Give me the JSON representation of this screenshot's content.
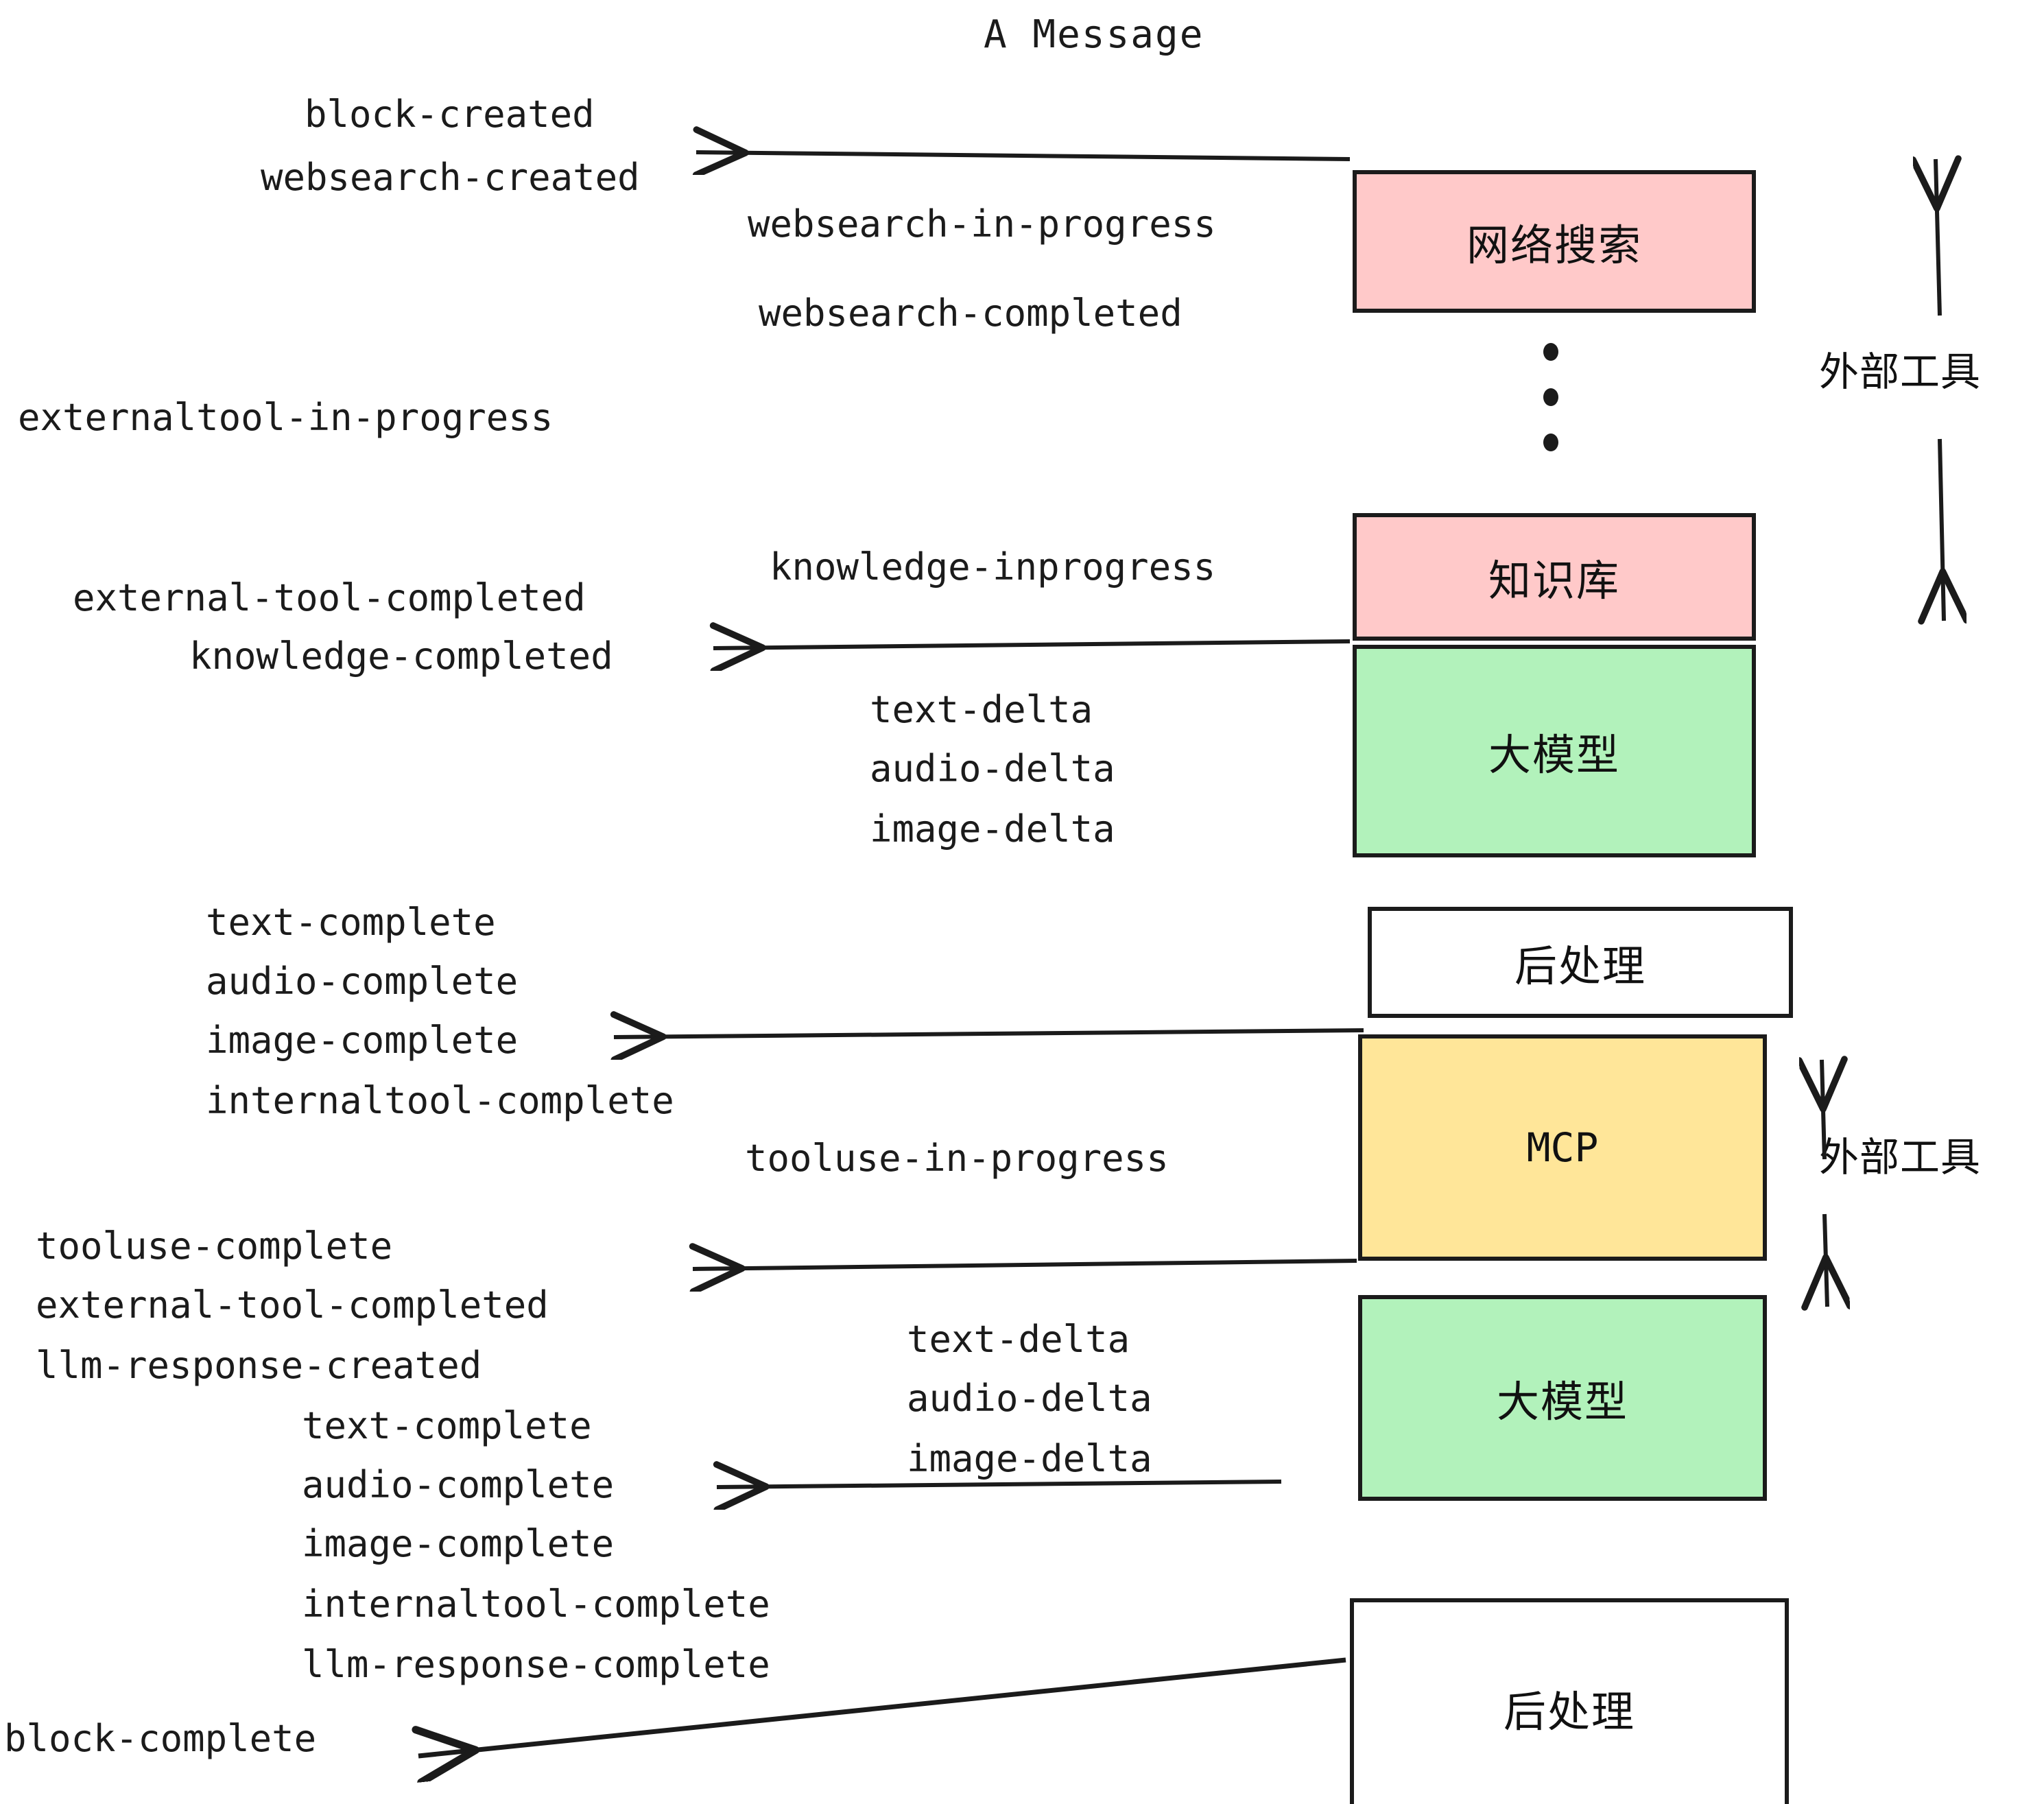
{
  "title": "A Message",
  "colors": {
    "pink": "#FFC9C9",
    "green": "#B2F2BB",
    "yellow": "#FFE699",
    "white": "#FFFFFF",
    "stroke": "#1B1B1B",
    "background": "#FFFFFF"
  },
  "boxes": [
    {
      "label": "网络搜索",
      "fill": "#FFC9C9"
    },
    {
      "label": "知识库",
      "fill": "#FFC9C9"
    },
    {
      "label": "大模型",
      "fill": "#B2F2BB"
    },
    {
      "label": "后处理",
      "fill": "#FFFFFF"
    },
    {
      "label": "MCP",
      "fill": "#FFE699"
    },
    {
      "label": "大模型",
      "fill": "#B2F2BB"
    },
    {
      "label": "后处理",
      "fill": "#FFFFFF"
    }
  ],
  "side_annotations": [
    {
      "label": "外部工具"
    },
    {
      "label": "外部工具"
    }
  ],
  "events": [
    {
      "text": "block-created"
    },
    {
      "text": "websearch-created"
    },
    {
      "text": "websearch-in-progress"
    },
    {
      "text": "websearch-completed"
    },
    {
      "text": "externaltool-in-progress"
    },
    {
      "text": "knowledge-inprogress"
    },
    {
      "text": "external-tool-completed"
    },
    {
      "text": "knowledge-completed"
    },
    {
      "text": "text-delta"
    },
    {
      "text": "audio-delta"
    },
    {
      "text": "image-delta"
    },
    {
      "text": "text-complete"
    },
    {
      "text": "audio-complete"
    },
    {
      "text": "image-complete"
    },
    {
      "text": "internaltool-complete"
    },
    {
      "text": "tooluse-in-progress"
    },
    {
      "text": "tooluse-complete"
    },
    {
      "text": "external-tool-completed"
    },
    {
      "text": "llm-response-created"
    },
    {
      "text": "text-complete"
    },
    {
      "text": "audio-complete"
    },
    {
      "text": "image-complete"
    },
    {
      "text": "internaltool-complete"
    },
    {
      "text": "llm-response-complete"
    },
    {
      "text": "text-delta"
    },
    {
      "text": "audio-delta"
    },
    {
      "text": "image-delta"
    },
    {
      "text": "block-complete"
    }
  ],
  "ellipsis": {
    "count": 3
  }
}
